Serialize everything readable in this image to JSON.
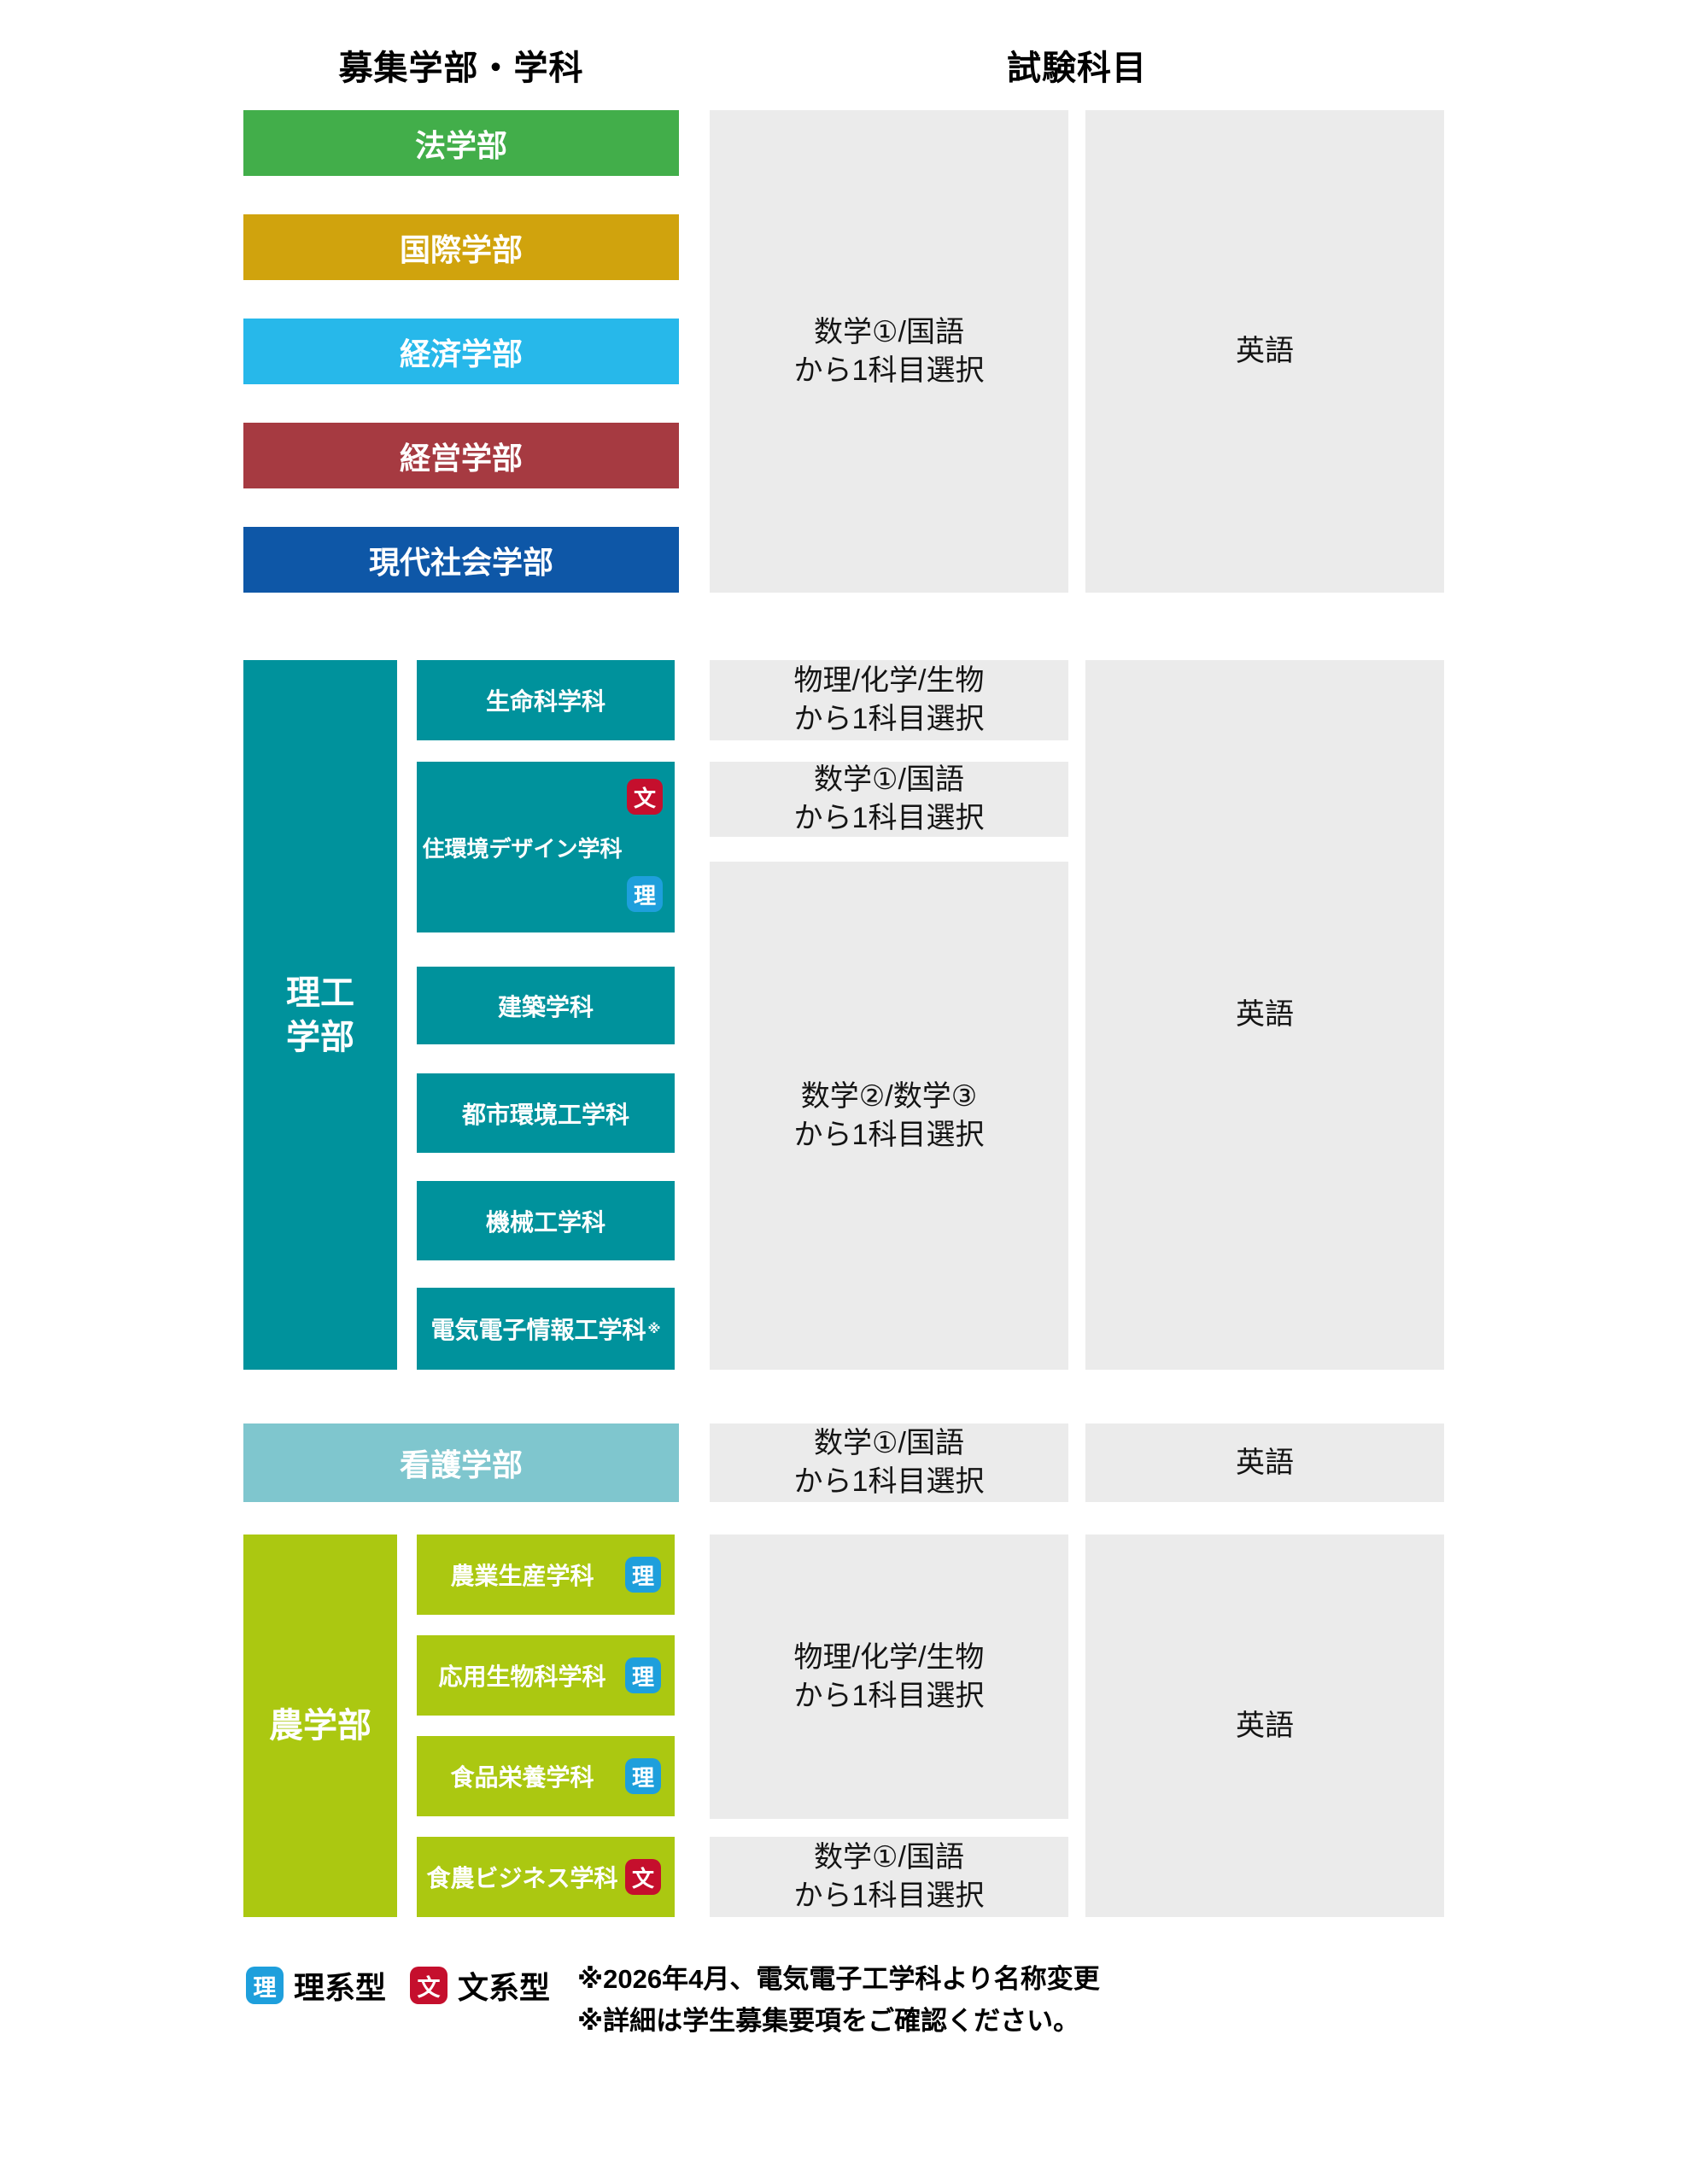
{
  "headers": {
    "left": "募集学部・学科",
    "right": "試験科目"
  },
  "colors": {
    "law_green": "#42AE4A",
    "intl_gold": "#D0A30D",
    "econ_cyan": "#27B8EA",
    "mgmt_red": "#A63A41",
    "society_blue": "#0E57A7",
    "sci_tech_teal": "#00929C",
    "nursing_teal": "#7FC6CE",
    "agri_lime": "#ABC811",
    "badge_sci_blue": "#1E9FDC",
    "badge_lit_red": "#C50F2D",
    "exam_box_gray": "#EBEBEB"
  },
  "top_section": {
    "faculties": [
      {
        "label": "法学部"
      },
      {
        "label": "国際学部"
      },
      {
        "label": "経済学部"
      },
      {
        "label": "経営学部"
      },
      {
        "label": "現代社会学部"
      }
    ],
    "exam_left": "数学①/国語\nから1科目選択",
    "exam_right": "英語"
  },
  "sci_tech_section": {
    "faculty_label": "理工\n学部",
    "departments": [
      {
        "name": "生命科学科"
      },
      {
        "name": "住環境デザイン学科",
        "badge_top": "文",
        "badge_bottom": "理"
      },
      {
        "name": "建築学科"
      },
      {
        "name": "都市環境工学科"
      },
      {
        "name": "機械工学科"
      },
      {
        "name": "電気電子情報工学科",
        "footnote_mark": "※"
      }
    ],
    "exam_box1": "物理/化学/生物\nから1科目選択",
    "exam_box2": "数学①/国語\nから1科目選択",
    "exam_box3": "数学②/数学③\nから1科目選択",
    "exam_right": "英語"
  },
  "nursing_section": {
    "faculty_label": "看護学部",
    "exam_left": "数学①/国語\nから1科目選択",
    "exam_right": "英語"
  },
  "agriculture_section": {
    "faculty_label": "農学部",
    "departments": [
      {
        "name": "農業生産学科",
        "badge": "理"
      },
      {
        "name": "応用生物科学科",
        "badge": "理"
      },
      {
        "name": "食品栄養学科",
        "badge": "理"
      },
      {
        "name": "食農ビジネス学科",
        "badge": "文"
      }
    ],
    "exam_box1": "物理/化学/生物\nから1科目選択",
    "exam_box2": "数学①/国語\nから1科目選択",
    "exam_right": "英語"
  },
  "legend": {
    "sci_badge": "理",
    "sci_label": "理系型",
    "lit_badge": "文",
    "lit_label": "文系型",
    "notes": [
      "※2026年4月、電気電子工学科より名称変更",
      "※詳細は学生募集要項をご確認ください。"
    ]
  }
}
